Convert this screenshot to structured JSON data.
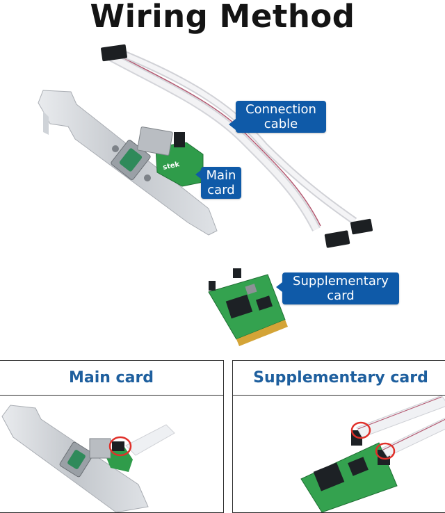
{
  "title": "Wiring Method",
  "callouts": {
    "connection_cable": [
      "Connection",
      "cable"
    ],
    "main_card": [
      "Main",
      "card"
    ],
    "supplementary_card": [
      "Supplementary",
      "card"
    ]
  },
  "board_brand": "stek",
  "panels": {
    "left": {
      "heading": "Main card"
    },
    "right": {
      "heading": "Supplementary card"
    }
  },
  "colors": {
    "callout_bg": "#0f5aa8",
    "heading_text": "#1e5f9e",
    "pcb_green": "#2f9c4a",
    "highlight_circle": "#e0302a"
  },
  "icons": [
    "callout-tail",
    "highlight-circle"
  ]
}
